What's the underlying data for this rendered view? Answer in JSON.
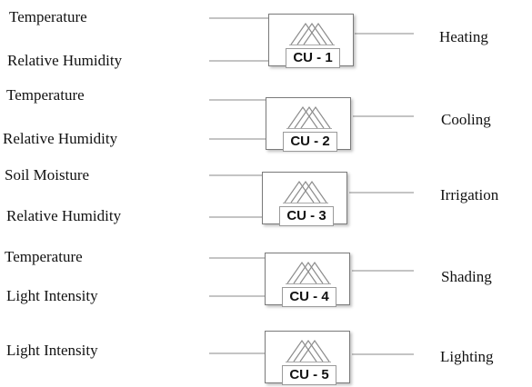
{
  "units": [
    {
      "id": "cu-1",
      "tag": "CU - 1",
      "inputs": [
        "Temperature",
        "Relative Humidity"
      ],
      "output": "Heating"
    },
    {
      "id": "cu-2",
      "tag": "CU - 2",
      "inputs": [
        "Temperature",
        "Relative Humidity"
      ],
      "output": "Cooling"
    },
    {
      "id": "cu-3",
      "tag": "CU - 3",
      "inputs": [
        "Soil Moisture",
        "Relative Humidity"
      ],
      "output": "Irrigation"
    },
    {
      "id": "cu-4",
      "tag": "CU - 4",
      "inputs": [
        "Temperature",
        "Light Intensity"
      ],
      "output": "Shading"
    },
    {
      "id": "cu-5",
      "tag": "CU - 5",
      "inputs": [
        "Light Intensity"
      ],
      "output": "Lighting"
    }
  ],
  "colors": {
    "wire": "#8a8a8a",
    "box_border": "#7a7a7a",
    "icon_stroke": "#8c8c8c",
    "text": "#111111"
  },
  "icon": "membership-functions-icon"
}
